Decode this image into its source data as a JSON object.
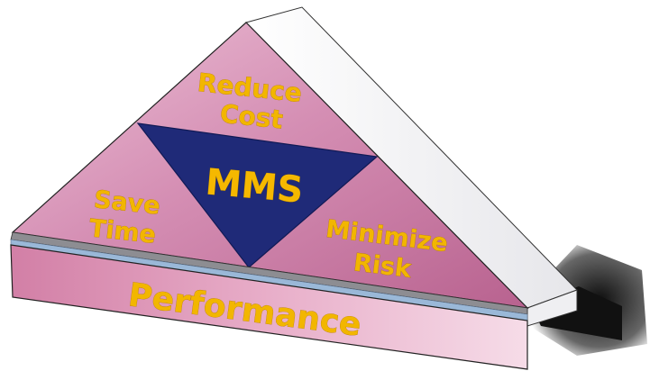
{
  "diagram": {
    "center_label": "MMS",
    "top_label_line1": "Reduce",
    "top_label_line2": "Cost",
    "left_label_line1": "Save",
    "left_label_line2": "Time",
    "right_label_line1": "Minimize",
    "right_label_line2": "Risk",
    "base_label": "Performance"
  },
  "colors": {
    "face_pink": "#d58fb4",
    "center_blue": "#1f2a78",
    "label_gold": "#f2b600",
    "side_white": "#f4f4f6",
    "shadow_dark": "#1a1a1a",
    "base_stripe": "#9ab8d8"
  }
}
